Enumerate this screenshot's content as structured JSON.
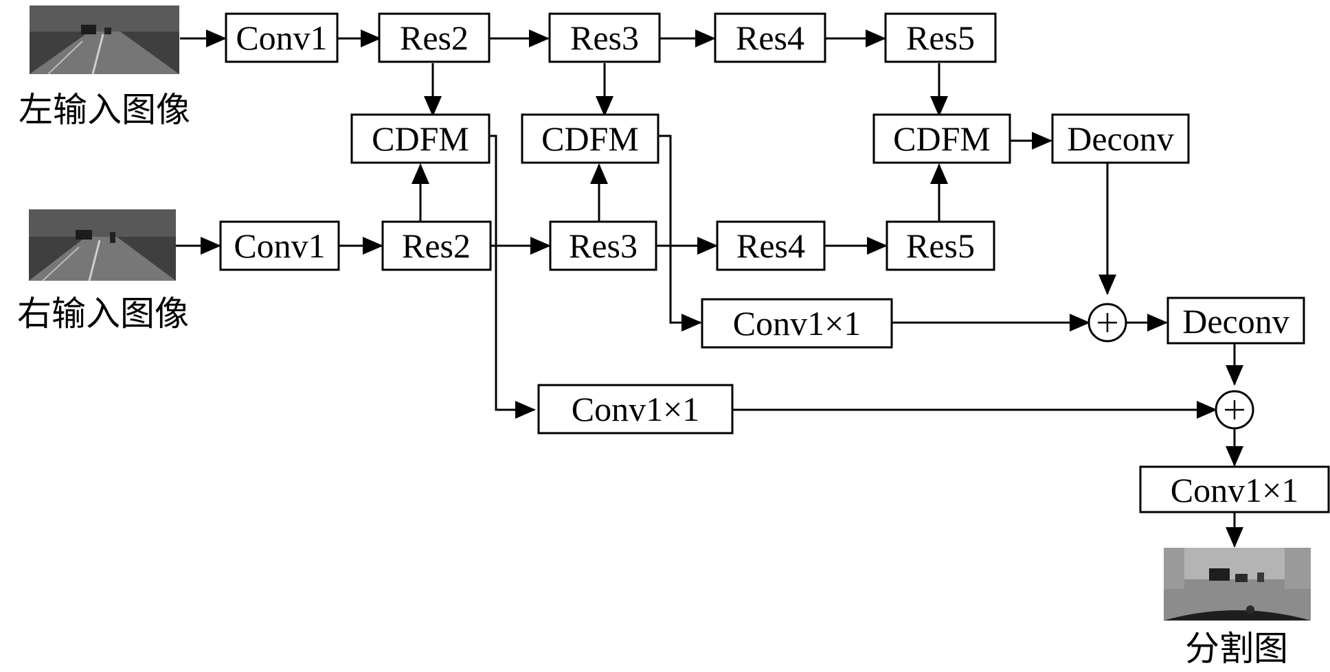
{
  "captions": {
    "left_input": "左输入图像",
    "right_input": "右输入图像",
    "output": "分割图"
  },
  "top_branch": {
    "conv1": "Conv1",
    "res2": "Res2",
    "res3": "Res3",
    "res4": "Res4",
    "res5": "Res5"
  },
  "bottom_branch": {
    "conv1": "Conv1",
    "res2": "Res2",
    "res3": "Res3",
    "res4": "Res4",
    "res5": "Res5"
  },
  "fusion": {
    "cdfm_a": "CDFM",
    "cdfm_b": "CDFM",
    "cdfm_c": "CDFM"
  },
  "decoder": {
    "deconv_a": "Deconv",
    "deconv_b": "Deconv",
    "conv1x1_a": "Conv1×1",
    "conv1x1_b": "Conv1×1",
    "conv1x1_out": "Conv1×1"
  },
  "icons": {
    "add": "plus-circle-icon"
  },
  "colors": {
    "stroke": "#000000",
    "background": "#ffffff",
    "photo_dark": "#3a3a3a",
    "photo_road": "#7a7a7a",
    "seg_sky": "#b4b4b4",
    "seg_road": "#8c8c8c",
    "seg_car": "#1e1e1e"
  }
}
